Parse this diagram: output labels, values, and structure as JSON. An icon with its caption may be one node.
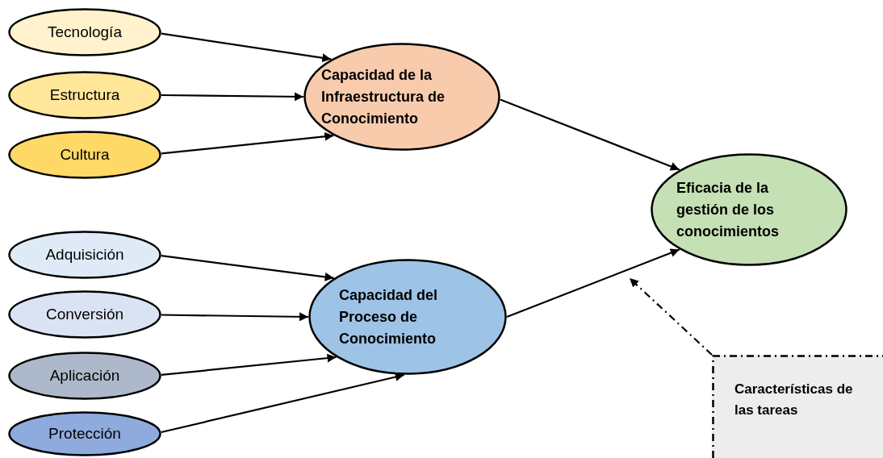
{
  "diagram": {
    "nodes": [
      {
        "text": [
          "Tecnología"
        ]
      },
      {
        "text": [
          "Estructura"
        ]
      },
      {
        "text": [
          "Cultura"
        ]
      },
      {
        "text": [
          "Capacidad de la Infraestructura de Conocimiento"
        ]
      },
      {
        "text": [
          "Eficacia de la gestión de los conocimientos"
        ]
      },
      {
        "text": [
          "Adquisición"
        ]
      },
      {
        "text": [
          "Conversión"
        ]
      },
      {
        "text": [
          "Aplicación"
        ]
      },
      {
        "text": [
          "Protección"
        ]
      },
      {
        "text": [
          "Capacidad del Proceso de Conocimiento"
        ]
      },
      {
        "text": [
          "Características de las tareas"
        ]
      }
    ],
    "edges": [
      {
        "from": 0,
        "to": 3,
        "arrow": "to"
      },
      {
        "from": 1,
        "to": 3,
        "arrow": "to"
      },
      {
        "from": 2,
        "to": 3,
        "arrow": "to"
      },
      {
        "from": 3,
        "to": 4,
        "arrow": "to"
      },
      {
        "from": 5,
        "to": 9,
        "arrow": "to"
      },
      {
        "from": 6,
        "to": 9,
        "arrow": "to"
      },
      {
        "from": 7,
        "to": 9,
        "arrow": "to"
      },
      {
        "from": 8,
        "to": 9,
        "arrow": "to"
      },
      {
        "from": 9,
        "to": 4,
        "arrow": "to"
      },
      {
        "from": 10,
        "to": null,
        "arrow": "to",
        "style": "dashed"
      }
    ]
  }
}
